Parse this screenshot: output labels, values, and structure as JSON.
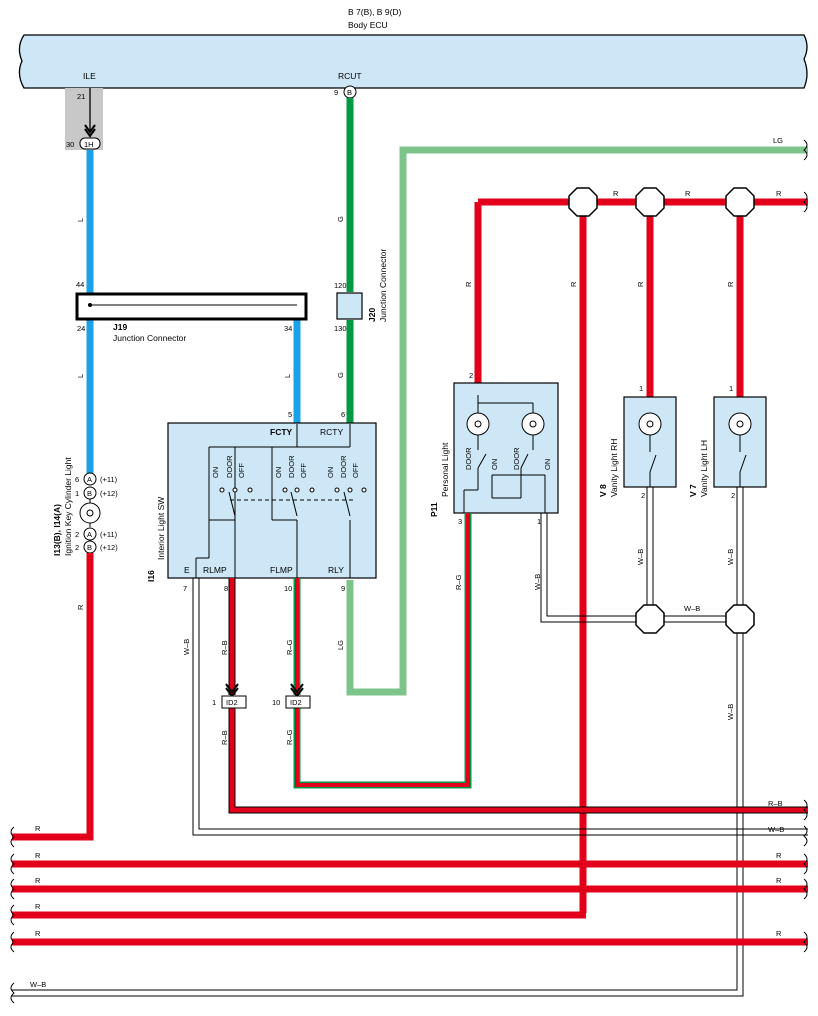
{
  "ecu": {
    "code": "B 7(B), B 9(D)",
    "name": "Body ECU",
    "ile": "ILE",
    "rcut": "RCUT",
    "ile_pin": "21",
    "rcut_pin": "9",
    "rcut_pin_mark": "B"
  },
  "junction_1h": {
    "pin": "30",
    "label": "1H"
  },
  "j19": {
    "code": "J19",
    "name": "Junction Connector",
    "pin_top": "44",
    "pin_bl": "24",
    "pin_br": "34"
  },
  "j20": {
    "code": "J20",
    "name": "Junction Connector",
    "pin_top": "120",
    "pin_bottom": "130"
  },
  "i16": {
    "code": "I16",
    "name": "Interior Light SW",
    "fcty": "FCTY",
    "rcty": "RCTY",
    "e": "E",
    "rlmp": "RLMP",
    "flmp": "FLMP",
    "rly": "RLY",
    "pin_fcty": "5",
    "pin_rcty": "6",
    "pin_e": "7",
    "pin_rlmp": "8",
    "pin_flmp": "10",
    "pin_rly": "9",
    "on": "ON",
    "door": "DOOR",
    "off": "OFF"
  },
  "ikey": {
    "code": "I13(B), I14(A)",
    "name": "Ignition Key Cylinder Light",
    "p6": "6",
    "p1": "1",
    "p2a": "2",
    "p2b": "2",
    "a": "A",
    "b": "B",
    "v11": "(+11)",
    "v12": "(+12)"
  },
  "p11": {
    "code": "P11",
    "name": "Personal Light",
    "pin2": "2",
    "pin3": "3",
    "pin1": "1",
    "door": "DOOR",
    "on": "ON"
  },
  "v8": {
    "code": "V 8",
    "name": "Vanity Light RH",
    "pin1": "1",
    "pin2": "2"
  },
  "v7": {
    "code": "V 7",
    "name": "Vanity Light LH",
    "pin1": "1",
    "pin2": "2"
  },
  "id2": {
    "label": "ID2",
    "pin1": "1",
    "pin10": "10"
  },
  "wires": {
    "l": "L",
    "g": "G",
    "lg": "LG",
    "r": "R",
    "rb": "R–B",
    "rg": "R–G",
    "wb": "W–B"
  },
  "colors": {
    "red": "#e2001a",
    "blue": "#1aa1e6",
    "green": "#009a44",
    "light_green": "#7cc48a",
    "ecu_fill": "#cde7f7",
    "component_fill": "#cde7f7",
    "shade": "#c8c8c8"
  }
}
